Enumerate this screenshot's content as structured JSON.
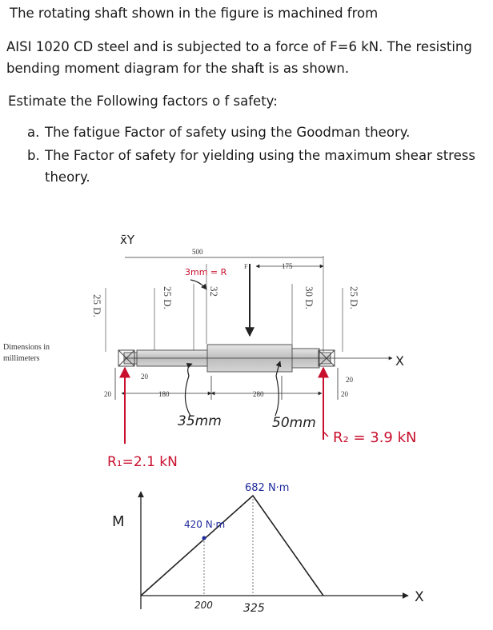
{
  "problem": {
    "line1": "The rotating shaft shown in the figure is machined from",
    "line2": "AISI 1020 CD steel and is subjected to a force of F=6 kN. The resisting",
    "line3": "bending moment diagram for the shaft  is as shown.",
    "line4": "Estimate the Following factors o f safety:",
    "item_a_marker": "a.",
    "item_a": "The fatigue Factor of safety using the Goodman theory.",
    "item_b_marker": "b.",
    "item_b_1": "The Factor of safety for yielding using the maximum shear stress",
    "item_b_2": "theory."
  },
  "figure": {
    "dims_label_1": "Dimensions in",
    "dims_label_2": "millimeters",
    "dim_500": "500",
    "dim_175": "175",
    "dim_180": "180",
    "dim_280": "280",
    "dim_20_left": "20",
    "dim_20_left2": "20",
    "dim_20_right": "20",
    "dim_20_right2": "20",
    "force_label": "F",
    "xy_label": "x̄Y",
    "note_3mm_r": "3mm = R",
    "note_35mm": "35mm",
    "note_50mm": "50mm",
    "r1_label": "R₁=2.1 kN",
    "r2_label": "R₂ = 3.9 kN",
    "x_axis_label": "X",
    "dia_labels": [
      "25 D.",
      "25 D.",
      "32",
      "30 D.",
      "25 D."
    ]
  },
  "moment_diagram": {
    "m_axis_label": "M",
    "peak_label": "682 N·m",
    "mid_label": "420 N·m",
    "tick_200": "200",
    "tick_325": "325",
    "x_axis_label": "X"
  }
}
